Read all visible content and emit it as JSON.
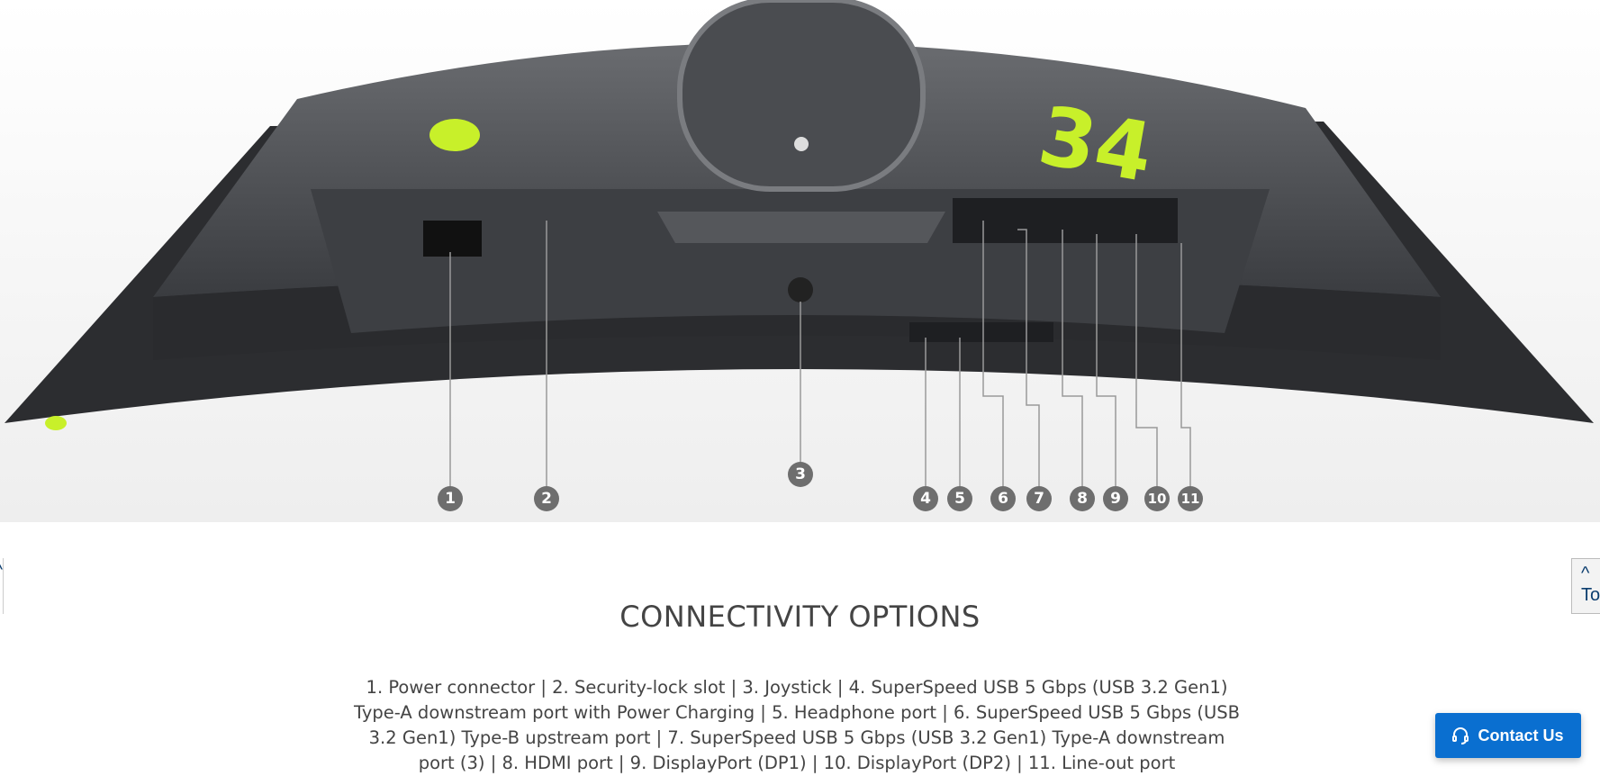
{
  "callouts": [
    "1",
    "2",
    "3",
    "4",
    "5",
    "6",
    "7",
    "8",
    "9",
    "10",
    "11"
  ],
  "monitor_logo": "34",
  "section_title": "CONNECTIVITY OPTIONS",
  "description": "1. Power connector | 2. Security-lock slot | 3. Joystick | 4. SuperSpeed USB 5 Gbps (USB 3.2 Gen1) Type-A downstream port with Power Charging | 5. Headphone port | 6. SuperSpeed USB 5 Gbps (USB 3.2 Gen1) Type-B upstream port | 7. SuperSpeed USB 5 Gbps (USB 3.2 Gen1) Type-A downstream port (3) | 8. HDMI port | 9. DisplayPort (DP1) | 10. DisplayPort (DP2) | 11. Line-out port",
  "back_to_top": {
    "label": "To"
  },
  "contact": {
    "label": "Contact Us"
  },
  "colors": {
    "accent": "#0a6fd0",
    "lime": "#c8f02a"
  }
}
